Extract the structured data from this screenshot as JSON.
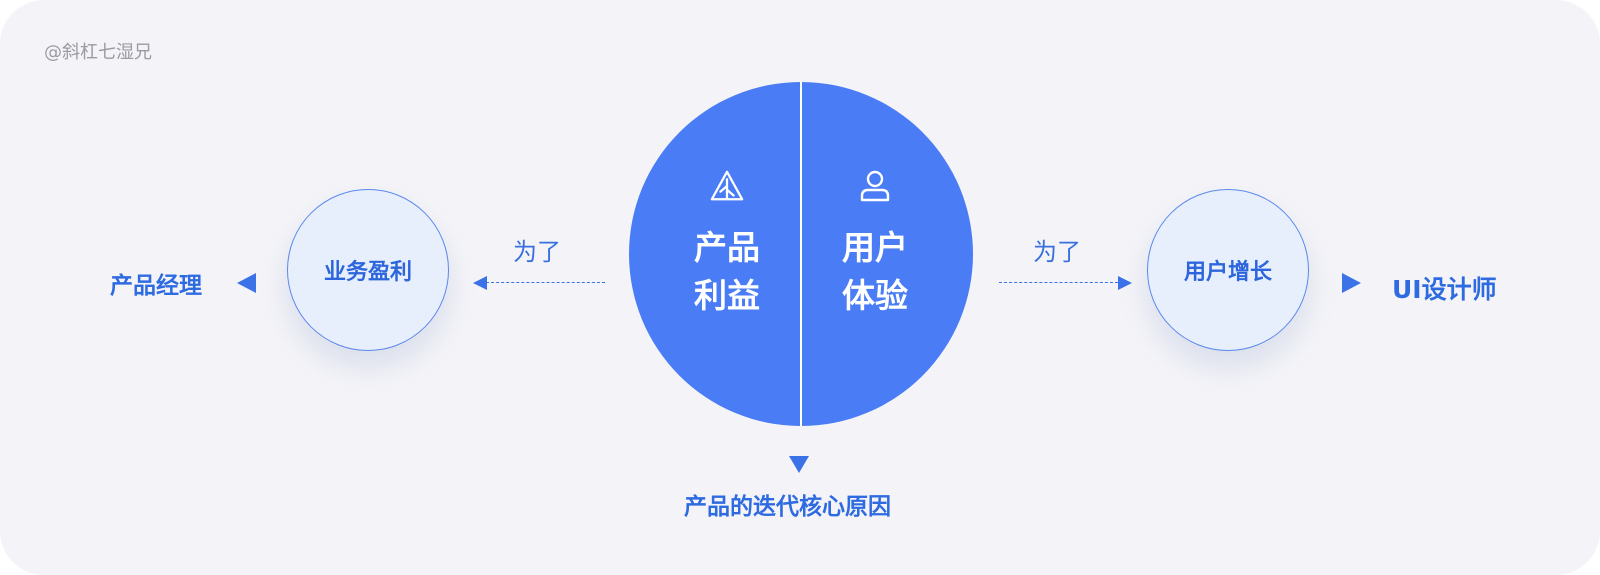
{
  "watermark": "@斜杠七湿兄",
  "left": {
    "outer_label": "产品经理",
    "circle_label": "业务盈利",
    "connector_label": "为了"
  },
  "right": {
    "outer_label": "UI设计师",
    "circle_label": "用户增长",
    "connector_label": "为了"
  },
  "center": {
    "left_half": {
      "icon": "tree-icon",
      "line1": "产品",
      "line2": "利益"
    },
    "right_half": {
      "icon": "user-icon",
      "line1": "用户",
      "line2": "体验"
    }
  },
  "bottom_label": "产品的迭代核心原因",
  "colors": {
    "background": "#f4f4f8",
    "primary_blue": "#4a7cf6",
    "text_blue": "#2f6be0",
    "light_circle": "#e8effc",
    "watermark": "#9a9aa3"
  }
}
